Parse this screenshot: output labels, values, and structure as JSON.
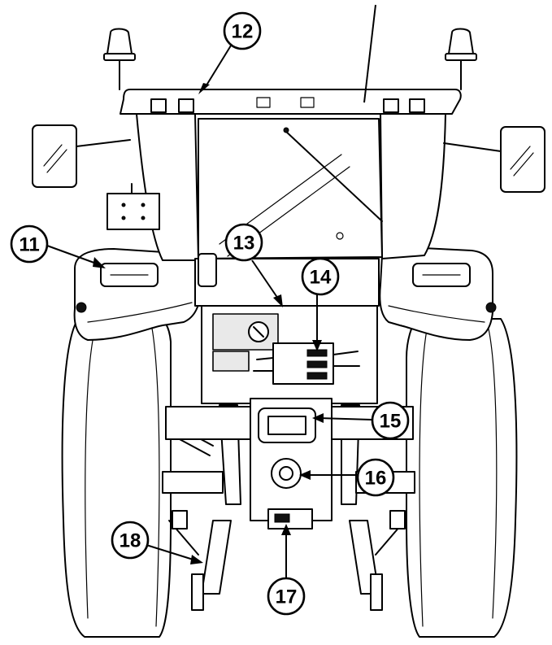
{
  "callouts": [
    {
      "id": "c11",
      "label": "11"
    },
    {
      "id": "c12",
      "label": "12"
    },
    {
      "id": "c13",
      "label": "13"
    },
    {
      "id": "c14",
      "label": "14"
    },
    {
      "id": "c15",
      "label": "15"
    },
    {
      "id": "c16",
      "label": "16"
    },
    {
      "id": "c17",
      "label": "17"
    },
    {
      "id": "c18",
      "label": "18"
    }
  ]
}
